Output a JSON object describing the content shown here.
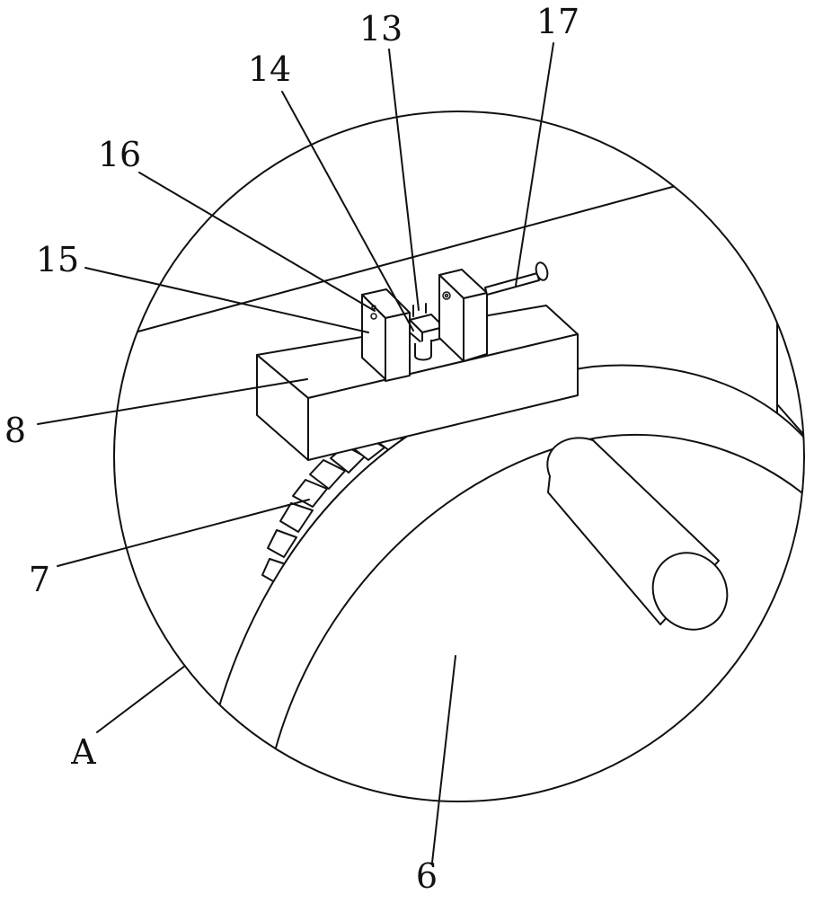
{
  "figure": {
    "callouts": [
      {
        "id": "c13",
        "label": "13"
      },
      {
        "id": "c14",
        "label": "14"
      },
      {
        "id": "c15",
        "label": "15"
      },
      {
        "id": "c16",
        "label": "16"
      },
      {
        "id": "c17",
        "label": "17"
      },
      {
        "id": "c8",
        "label": "8"
      },
      {
        "id": "c7",
        "label": "7"
      },
      {
        "id": "c6",
        "label": "6"
      },
      {
        "id": "cA",
        "label": "A"
      }
    ]
  }
}
